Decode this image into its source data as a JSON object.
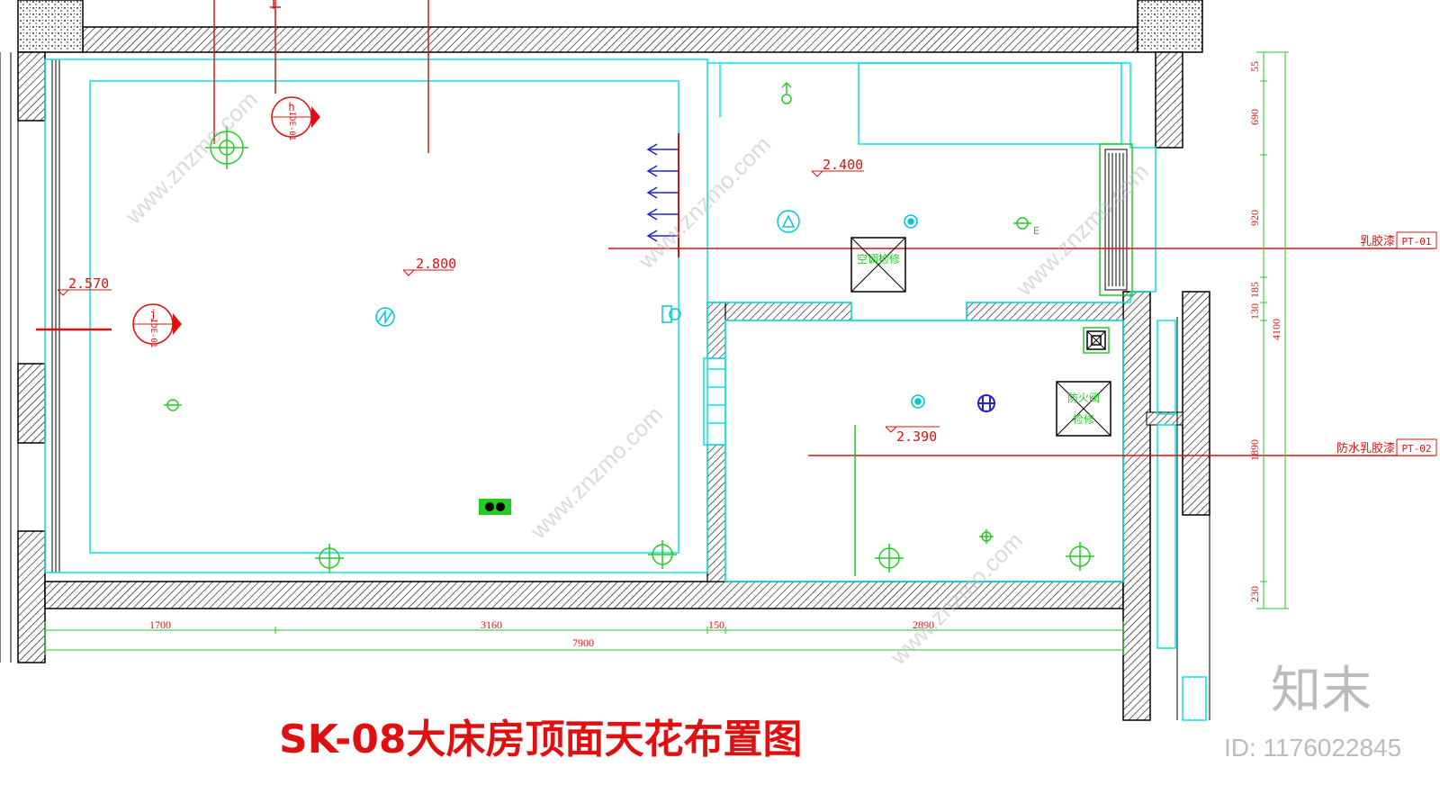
{
  "drawing": {
    "title": "SK-08大床房顶面天花布置图",
    "watermark_brand": "知末",
    "watermark_id": "ID: 1176022845",
    "watermark_site": "www.znzmo.com"
  },
  "ceiling_heights": {
    "main_room": "2.800",
    "left_strip": "2.570",
    "entry": "2.400",
    "bathroom": "2.390"
  },
  "section_markers": [
    {
      "letter": "h",
      "ref": "IDE-01"
    },
    {
      "letter": "j",
      "ref": "IDE-01"
    }
  ],
  "access_panels": {
    "ac_panel": "空调检修",
    "fire_damper_line1": "防火阀",
    "fire_damper_line2": "检修"
  },
  "equipment_label": "E",
  "finishes": [
    {
      "name": "乳胶漆",
      "code": "PT-01"
    },
    {
      "name": "防水乳胶漆",
      "code": "PT-02"
    }
  ],
  "dimensions": {
    "horizontal": [
      "1700",
      "3160",
      "150",
      "2890"
    ],
    "total_horizontal": "7900",
    "vertical": [
      "55",
      "690",
      "920",
      "185",
      "130",
      "1890",
      "230"
    ],
    "total_vertical": "4100"
  },
  "colors": {
    "wall": "#000000",
    "ceiling_line": "#00e5e5",
    "fixture": "#22cc22",
    "annotation": "#e01010",
    "vent": "#2222cc"
  }
}
